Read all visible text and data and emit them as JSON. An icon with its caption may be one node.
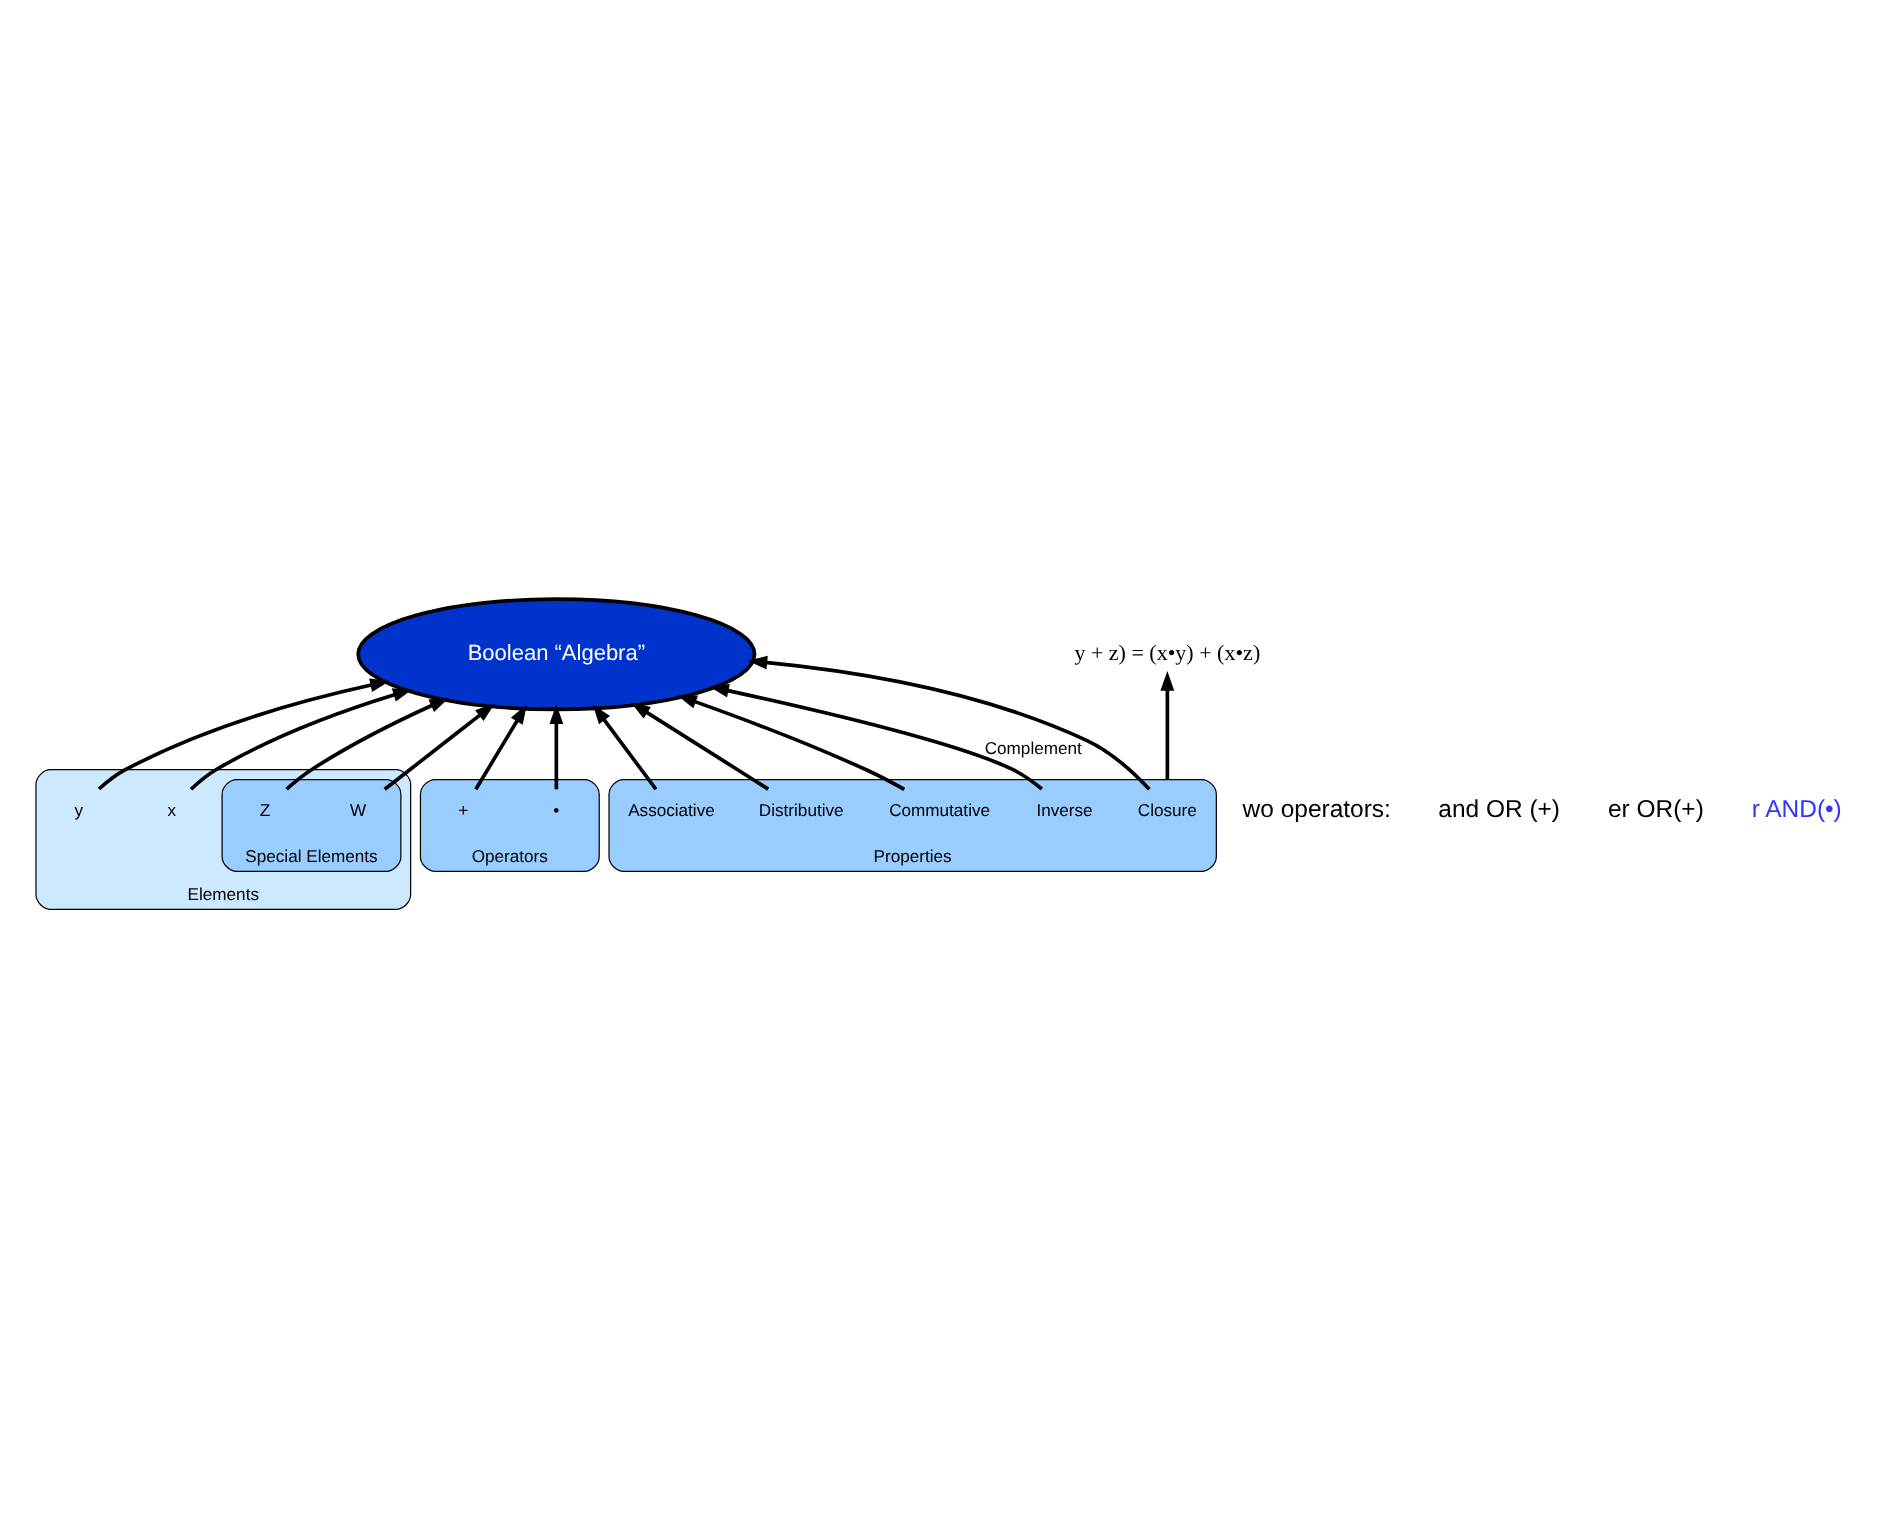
{
  "diagram": {
    "nodes": [
      {
        "text": [
          "Boolean “Algebra”"
        ]
      },
      {
        "text": [
          "Elements"
        ]
      },
      {
        "text": [
          "x"
        ],
        "in": 1
      },
      {
        "text": [
          "y"
        ],
        "in": 1
      },
      {
        "text": [
          "Special Elements"
        ],
        "in": 1
      },
      {
        "text": [
          "Z"
        ],
        "in": 4
      },
      {
        "text": [
          "W"
        ],
        "in": 4
      },
      {
        "text": [
          "Operators"
        ]
      },
      {
        "text": [
          "+"
        ],
        "in": 7
      },
      {
        "text": [
          "•"
        ],
        "in": 7
      },
      {
        "text": [
          "Properties"
        ]
      },
      {
        "text": [
          "Closure"
        ],
        "in": 10
      },
      {
        "text": [
          "Associative"
        ],
        "in": 10
      },
      {
        "text": [
          "Distributive"
        ],
        "in": 10
      },
      {
        "text": [
          "Commutative"
        ],
        "in": 10
      },
      {
        "text": [
          "Inverse"
        ],
        "in": 10
      },
      {
        "text": [
          "y + z) = (x•y) + (x•z)"
        ]
      }
    ],
    "edges": [
      {
        "from": 2,
        "to": 0,
        "arrow": "to"
      },
      {
        "from": 3,
        "to": 0,
        "arrow": "to"
      },
      {
        "from": 5,
        "to": 0,
        "arrow": "to"
      },
      {
        "from": 6,
        "to": 0,
        "arrow": "to"
      },
      {
        "from": 8,
        "to": 0,
        "arrow": "to"
      },
      {
        "from": 9,
        "to": 0,
        "arrow": "to"
      },
      {
        "from": 11,
        "to": 0,
        "arrow": "to"
      },
      {
        "from": 12,
        "to": 0,
        "arrow": "to"
      },
      {
        "from": 13,
        "to": 0,
        "arrow": "to"
      },
      {
        "from": 14,
        "to": 0,
        "arrow": "to"
      },
      {
        "from": 15,
        "to": 0,
        "arrow": "to",
        "label": "Complement"
      },
      {
        "from": 10,
        "to": 16,
        "arrow": "to"
      }
    ],
    "labels": [
      "wo operators:",
      "and OR (+)",
      "er OR(+)",
      "r AND(•)"
    ]
  }
}
